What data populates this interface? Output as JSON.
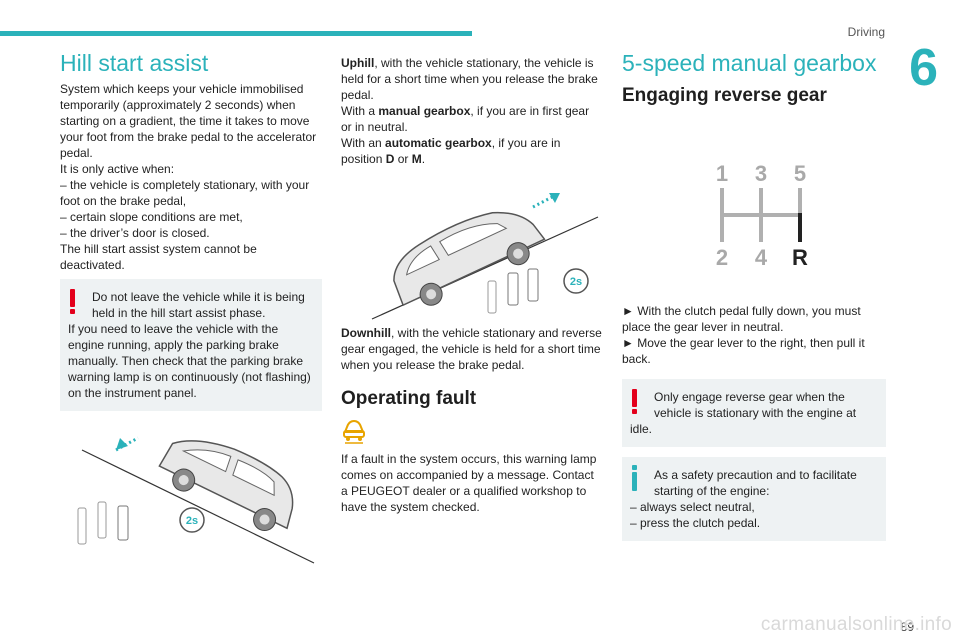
{
  "header": {
    "section": "Driving",
    "chapter": "6"
  },
  "col1": {
    "title": "Hill start assist",
    "intro": "System which keeps your vehicle immobilised temporarily (approximately 2 seconds) when starting on a gradient, the time it takes to move your foot from the brake pedal to the accelerator pedal.",
    "active_when": "It is only active when:",
    "bullets": [
      "–  the vehicle is completely stationary, with your foot on the brake pedal,",
      "–  certain slope conditions are met,",
      "–  the driver’s door is closed."
    ],
    "cannot": "The hill start assist system cannot be deactivated.",
    "warning_line1": "Do not leave the vehicle while it is being held in the hill start assist phase.",
    "warning_rest": "If you need to leave the vehicle with the engine running, apply the parking brake manually. Then check that the parking brake warning lamp is on continuously (not flashing) on the instrument panel.",
    "pedal_icon": "2s"
  },
  "col2": {
    "uphill_bold": "Uphill",
    "uphill_text": ", with the vehicle stationary, the vehicle is held for a short time when you release the brake pedal.",
    "manual_pre": "With a ",
    "manual_bold": "manual gearbox",
    "manual_post": ", if you are in first gear or in neutral.",
    "auto_pre": "With an ",
    "auto_bold": "automatic gearbox",
    "auto_mid": ", if you are in position ",
    "pos_d": "D",
    "or": " or ",
    "pos_m": "M",
    "auto_end": ".",
    "downhill_bold": "Downhill",
    "downhill_text": ", with the vehicle stationary and reverse gear engaged, the vehicle is held for a short time when you release the brake pedal.",
    "fault_title": "Operating fault",
    "fault_text": "If a fault in the system occurs, this warning lamp comes on accompanied by a message. Contact a PEUGEOT dealer or a qualified workshop to have the system checked.",
    "pedal_icon": "2s"
  },
  "col3": {
    "title": "5-speed manual gearbox",
    "subtitle": "Engaging reverse gear",
    "gears": {
      "g1": "1",
      "g3": "3",
      "g5": "5",
      "g2": "2",
      "g4": "4",
      "gr": "R"
    },
    "step1": "►  With the clutch pedal fully down, you must place the gear lever in neutral.",
    "step2": "►  Move the gear lever to the right, then pull it back.",
    "warning_line1": "Only engage reverse gear when the vehicle is stationary with the engine at",
    "warning_rest": "idle.",
    "info_line1": "As a safety precaution and to facilitate starting of the engine:",
    "info_bullets": [
      "–  always select neutral,",
      "–  press the clutch pedal."
    ]
  },
  "footer": {
    "page": "89",
    "watermark": "carmanualsonline.info"
  },
  "colors": {
    "accent": "#2bb2ba",
    "warning": "#e3001b",
    "box_bg": "#eef2f3"
  }
}
